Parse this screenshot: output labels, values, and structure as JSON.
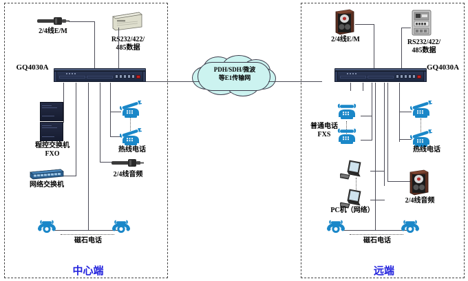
{
  "diagram": {
    "title": "GQ4030A E1 multiplexer network topology",
    "cloud": {
      "label": "PDH/SDH/微波\n等E1传输网",
      "fill": "#ccf3f0"
    },
    "accent_blue": "#1a87c8",
    "zone_label_color": "#2222dd"
  },
  "left_zone": {
    "name": "中心端",
    "device_label": "GQ4030A",
    "nodes": [
      {
        "id": "em",
        "label": "2/4线E/M",
        "icon": "microphone-icon"
      },
      {
        "id": "rs232",
        "label": "RS232/422/\n485数据",
        "icon": "modem-box-icon"
      },
      {
        "id": "pbx",
        "label": "程控交换机\nFXO",
        "icon": "pbx-cabinet-icon"
      },
      {
        "id": "switch",
        "label": "网络交换机",
        "icon": "network-switch-icon"
      },
      {
        "id": "hotline",
        "label": "热线电话",
        "icon": "hotline-phone-icon"
      },
      {
        "id": "audio",
        "label": "2/4线音频",
        "icon": "microphone-icon"
      },
      {
        "id": "magneto",
        "label": "磁石电话",
        "icon": "magneto-phone-icon"
      }
    ]
  },
  "right_zone": {
    "name": "远端",
    "device_label": "GQ4030A",
    "nodes": [
      {
        "id": "em",
        "label": "2/4线E/M",
        "icon": "speaker-icon"
      },
      {
        "id": "rs232",
        "label": "RS232/422/\n485数据",
        "icon": "meter-icon"
      },
      {
        "id": "fxs",
        "label": "普通电话\nFXS",
        "icon": "desk-phone-icon"
      },
      {
        "id": "pc",
        "label": "PC机（网络）",
        "icon": "computer-icon"
      },
      {
        "id": "hotline",
        "label": "热线电话",
        "icon": "hotline-phone-icon"
      },
      {
        "id": "audio",
        "label": "2/4线音频",
        "icon": "speaker-icon"
      },
      {
        "id": "magneto",
        "label": "磁石电话",
        "icon": "magneto-phone-icon"
      }
    ]
  }
}
